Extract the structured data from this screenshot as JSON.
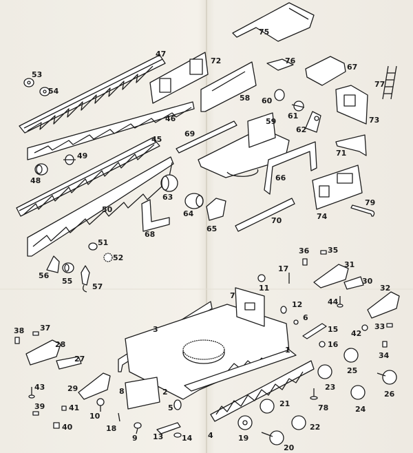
{
  "diagram": {
    "labels": [
      "1",
      "2",
      "3",
      "4",
      "5",
      "6",
      "7",
      "8",
      "9",
      "10",
      "11",
      "12",
      "13",
      "14",
      "15",
      "16",
      "17",
      "18",
      "19",
      "20",
      "21",
      "22",
      "23",
      "24",
      "25",
      "26",
      "27",
      "28",
      "29",
      "30",
      "31",
      "32",
      "33",
      "34",
      "35",
      "36",
      "37",
      "38",
      "39",
      "40",
      "41",
      "42",
      "43",
      "44",
      "45",
      "46",
      "47",
      "48",
      "49",
      "50",
      "51",
      "52",
      "53",
      "54",
      "55",
      "56",
      "57",
      "58",
      "59",
      "60",
      "61",
      "62",
      "63",
      "64",
      "65",
      "66",
      "67",
      "68",
      "69",
      "70",
      "71",
      "72",
      "73",
      "74",
      "75",
      "76",
      "77",
      "78",
      "79"
    ]
  },
  "colors": {
    "ink": "#1c1c1c",
    "paper": "#eeebe3"
  }
}
